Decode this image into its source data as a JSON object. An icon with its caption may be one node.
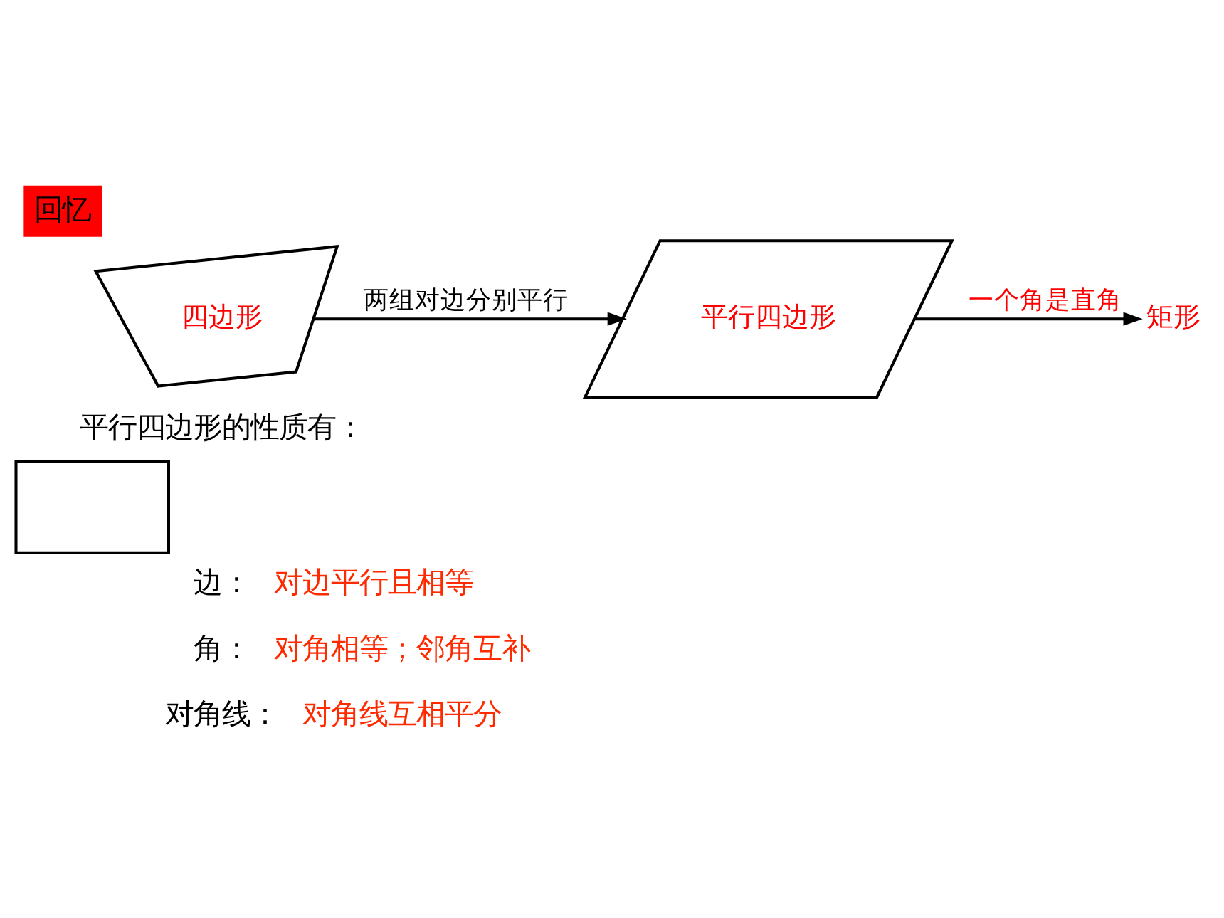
{
  "diagram": {
    "title": "回忆",
    "nodes": [
      {
        "text": [
          "四边形"
        ]
      },
      {
        "text": [
          "平行四边形"
        ]
      },
      {
        "text": [],
        "shape": "box"
      },
      {
        "text": [
          "矩形"
        ]
      }
    ],
    "edges": [
      {
        "from": 0,
        "to": 1,
        "arrow": "to",
        "label": "两组对边分别平行"
      },
      {
        "from": 1,
        "to": 3,
        "arrow": "to",
        "label": "一个角是直角"
      }
    ],
    "labels": [
      "平行四边形的性质有：",
      "边：",
      "对边平行且相等",
      "角：",
      "对角相等；邻角互补",
      "对角线：",
      "对角线互相平分"
    ]
  }
}
